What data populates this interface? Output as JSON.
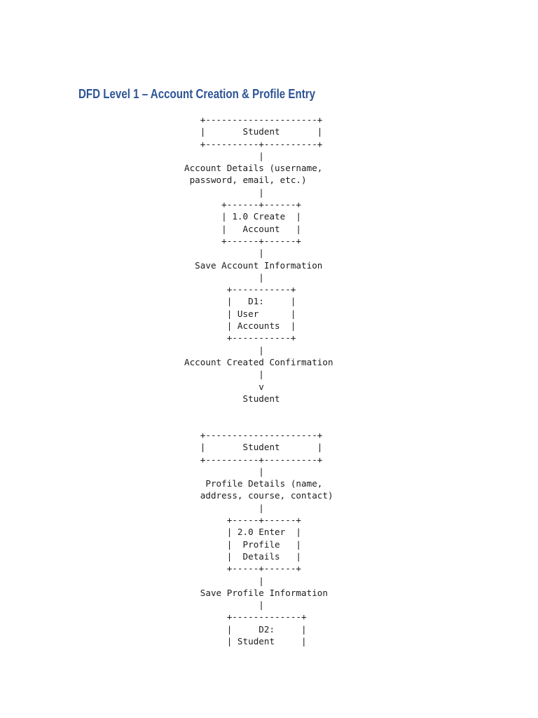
{
  "document": {
    "heading": {
      "text": "DFD Level 1 – Account Creation & Profile Entry",
      "color": "#2f5496"
    },
    "diagram_text_color": "#1c1c1c",
    "ascii_diagrams": {
      "account_creation": {
        "lines": [
          "   +---------------------+",
          "   |       Student       |",
          "   +----------+----------+",
          "              |",
          "Account Details (username,",
          " password, email, etc.)",
          "              |",
          "       +------+------+",
          "       | 1.0 Create  |",
          "       |   Account   |",
          "       +------+------+",
          "              |",
          "  Save Account Information",
          "              |",
          "        +-----------+",
          "        |   D1:     |",
          "        | User      |",
          "        | Accounts  |",
          "        +-----------+",
          "              |",
          "Account Created Confirmation",
          "              |",
          "              v",
          "           Student"
        ]
      },
      "profile_entry": {
        "lines": [
          "   +---------------------+",
          "   |       Student       |",
          "   +----------+----------+",
          "              |",
          "    Profile Details (name,",
          "   address, course, contact)",
          "              |",
          "        +-----+------+",
          "        | 2.0 Enter  |",
          "        |  Profile   |",
          "        |  Details   |",
          "        +-----+------+",
          "              |",
          "   Save Profile Information",
          "              |",
          "        +-------------+",
          "        |     D2:     |",
          "        | Student     |"
        ]
      }
    }
  }
}
